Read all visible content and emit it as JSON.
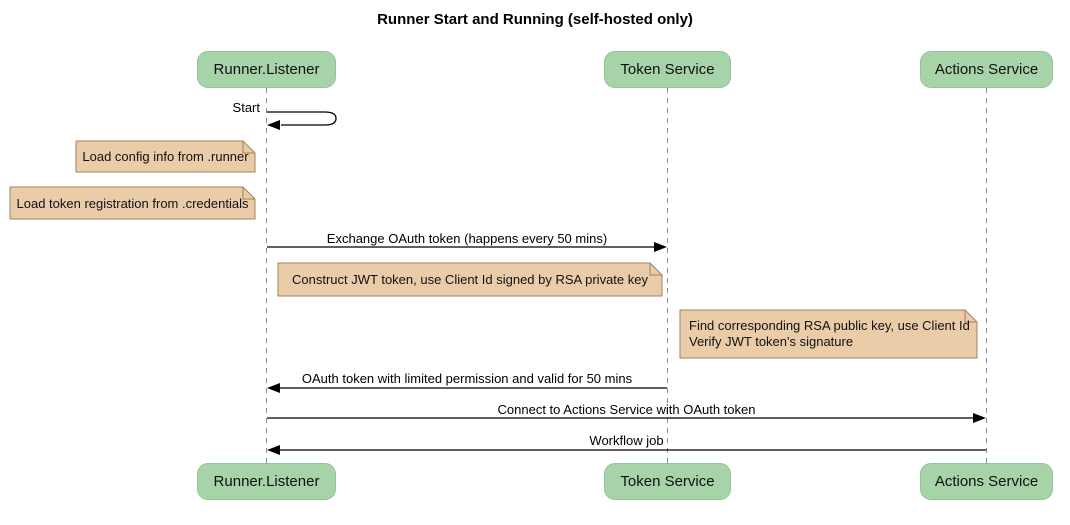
{
  "diagram": {
    "title": "Runner Start and Running (self-hosted only)"
  },
  "participants": [
    {
      "name": "Runner.Listener"
    },
    {
      "name": "Token Service"
    },
    {
      "name": "Actions Service"
    }
  ],
  "messages": {
    "start": "Start",
    "exchange": "Exchange OAuth token (happens every 50 mins)",
    "oauth_return": "OAuth token with limited permission and valid for 50 mins",
    "connect": "Connect to Actions Service with OAuth token",
    "workflow": "Workflow job"
  },
  "notes": {
    "load_config": "Load config info from .runner",
    "load_token": "Load token registration from .credentials",
    "construct_jwt": "Construct JWT token, use Client Id signed by RSA private key",
    "find_rsa_line1": "Find corresponding RSA public key, use Client Id",
    "find_rsa_line2": "Verify JWT token's signature"
  },
  "colors": {
    "actor_fill": "#A7D3A9",
    "note_fill": "#EACCA9",
    "note_border": "#A6815F",
    "lifeline": "#8C8C8C",
    "arrow": "#000000"
  }
}
